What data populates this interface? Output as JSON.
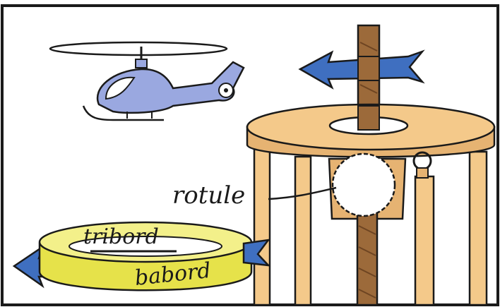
{
  "labels": {
    "rotule": "rotule",
    "tribord": "tribord",
    "babord": "babord"
  },
  "colors": {
    "frame": "#1a1a1a",
    "helicopter_body": "#9aa8e0",
    "arrow_blue": "#3f6fc0",
    "wood_light": "#f4c98a",
    "wood_mid": "#e6b372",
    "wood_dark": "#b77d3d",
    "pole": "#9c6a3a",
    "ring_yellow": "#e6e24a",
    "ring_top": "#f3f08a",
    "ball": "#ffffff"
  },
  "icons": [
    "helicopter-icon",
    "direction-arrow-icon",
    "pivot-ring-icon"
  ]
}
